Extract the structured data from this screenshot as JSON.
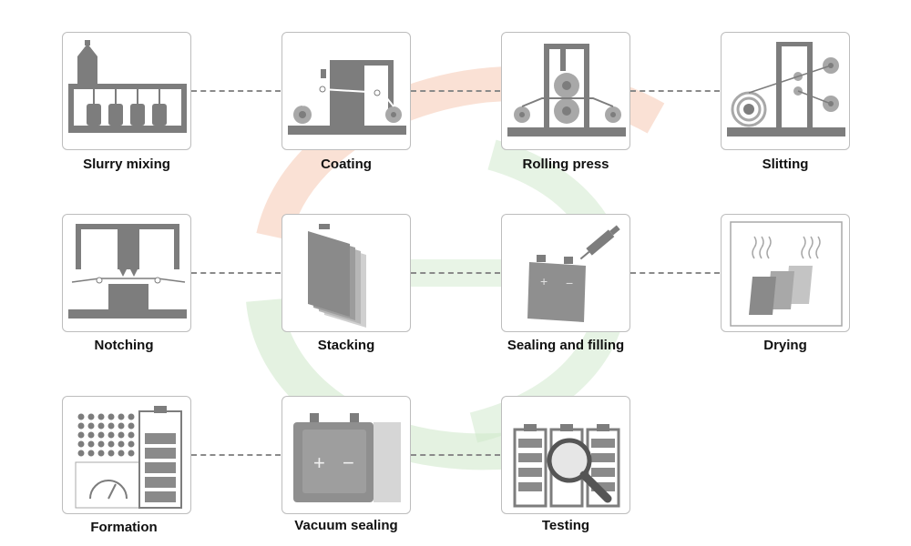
{
  "steps": [
    {
      "label": "Slurry mixing",
      "icon": "slurry-mixing-icon"
    },
    {
      "label": "Coating",
      "icon": "coating-icon"
    },
    {
      "label": "Rolling press",
      "icon": "rolling-press-icon"
    },
    {
      "label": "Slitting",
      "icon": "slitting-icon"
    },
    {
      "label": "Notching",
      "icon": "notching-icon"
    },
    {
      "label": "Stacking",
      "icon": "stacking-icon"
    },
    {
      "label": "Sealing and filling",
      "icon": "sealing-filling-icon"
    },
    {
      "label": "Drying",
      "icon": "drying-icon"
    },
    {
      "label": "Formation",
      "icon": "formation-icon"
    },
    {
      "label": "Vacuum sealing",
      "icon": "vacuum-sealing-icon"
    },
    {
      "label": "Testing",
      "icon": "testing-icon"
    }
  ],
  "icon_symbols": {
    "plus": "+",
    "minus": "−"
  },
  "colors": {
    "machine_gray": "#7d7d7d",
    "light_gray": "#a8a8a8",
    "connector": "#8a8a8a",
    "watermark_red": "#f6c9b3",
    "watermark_green": "#cde8c9"
  }
}
